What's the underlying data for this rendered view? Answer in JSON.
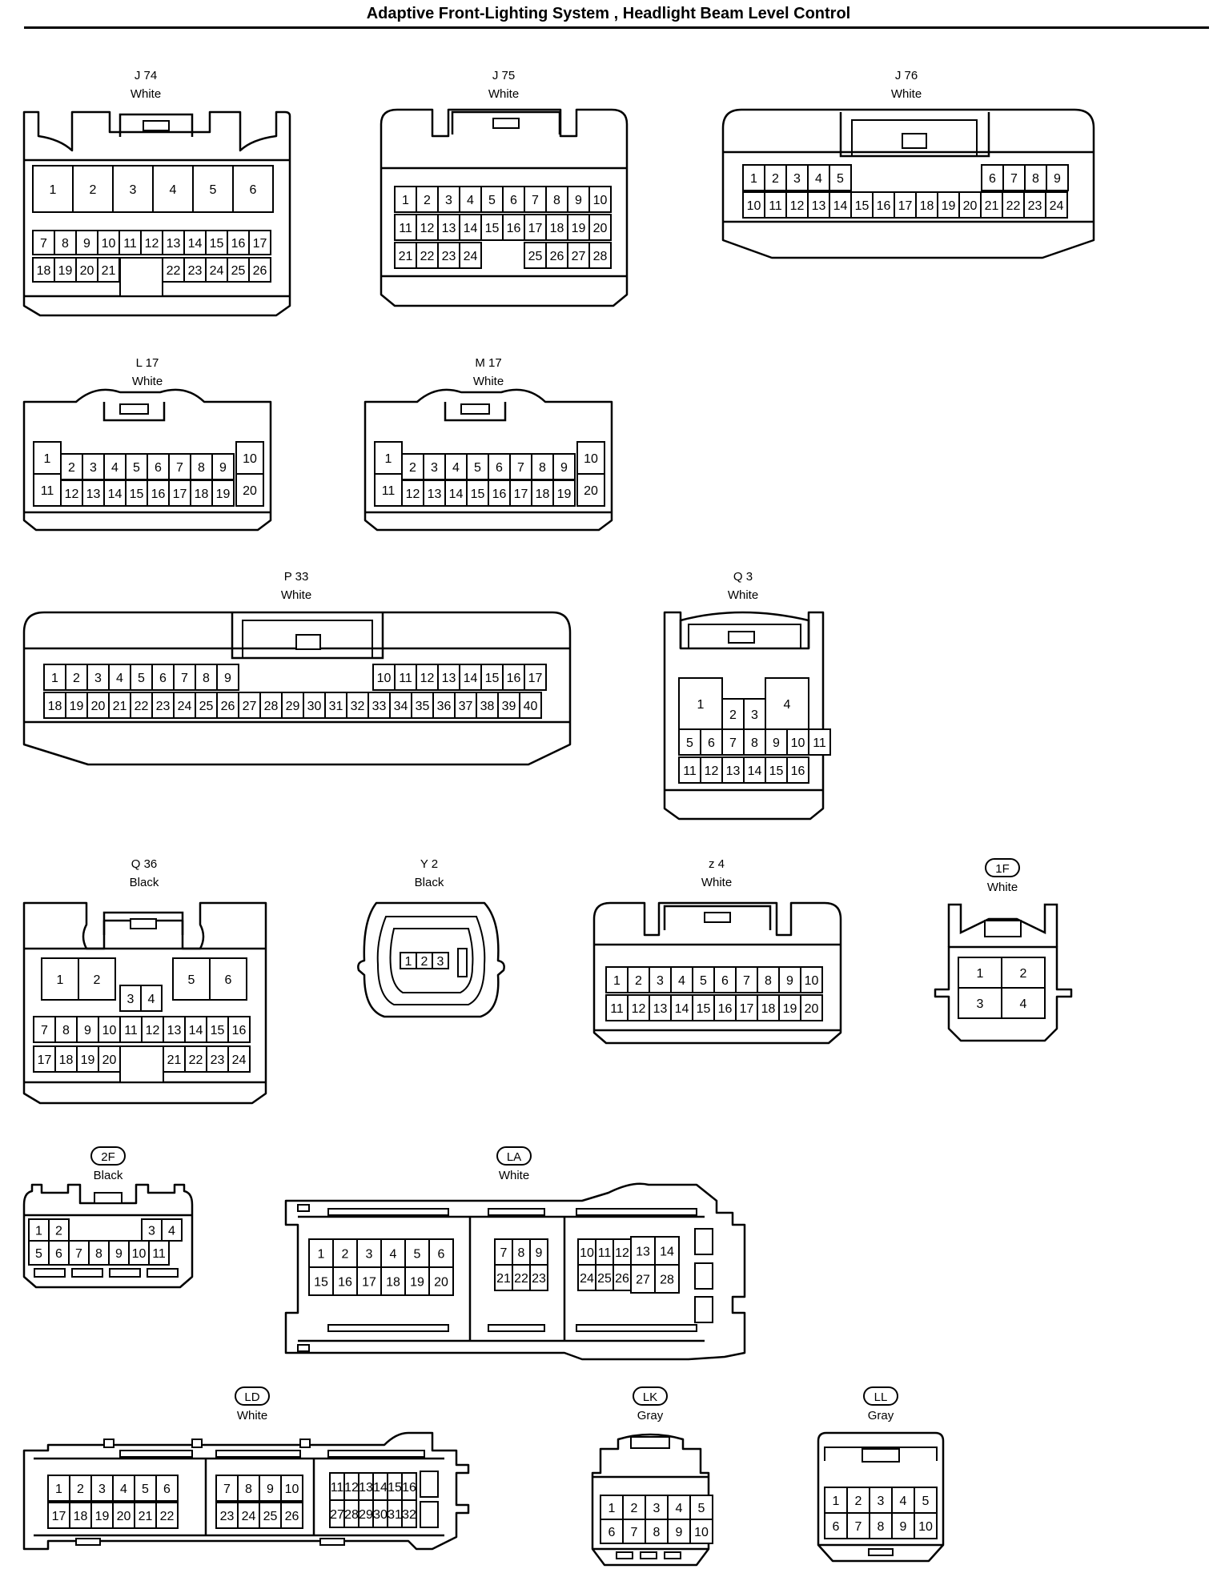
{
  "page": {
    "title": "Adaptive Front-Lighting System , Headlight Beam Level Control"
  },
  "connectors": [
    {
      "id": "J 74",
      "color": "White",
      "circled": false
    },
    {
      "id": "J 75",
      "color": "White",
      "circled": false
    },
    {
      "id": "J 76",
      "color": "White",
      "circled": false
    },
    {
      "id": "L 17",
      "color": "White",
      "circled": false
    },
    {
      "id": "M 17",
      "color": "White",
      "circled": false
    },
    {
      "id": "P 33",
      "color": "White",
      "circled": false
    },
    {
      "id": "Q 3",
      "color": "White",
      "circled": false
    },
    {
      "id": "Q 36",
      "color": "Black",
      "circled": false
    },
    {
      "id": "Y 2",
      "color": "Black",
      "circled": false
    },
    {
      "id": "z 4",
      "color": "White",
      "circled": false
    },
    {
      "id": "1F",
      "color": "White",
      "circled": true
    },
    {
      "id": "2F",
      "color": "Black",
      "circled": true
    },
    {
      "id": "LA",
      "color": "White",
      "circled": true
    },
    {
      "id": "LD",
      "color": "White",
      "circled": true
    },
    {
      "id": "LK",
      "color": "Gray",
      "circled": true
    },
    {
      "id": "LL",
      "color": "Gray",
      "circled": true
    }
  ]
}
